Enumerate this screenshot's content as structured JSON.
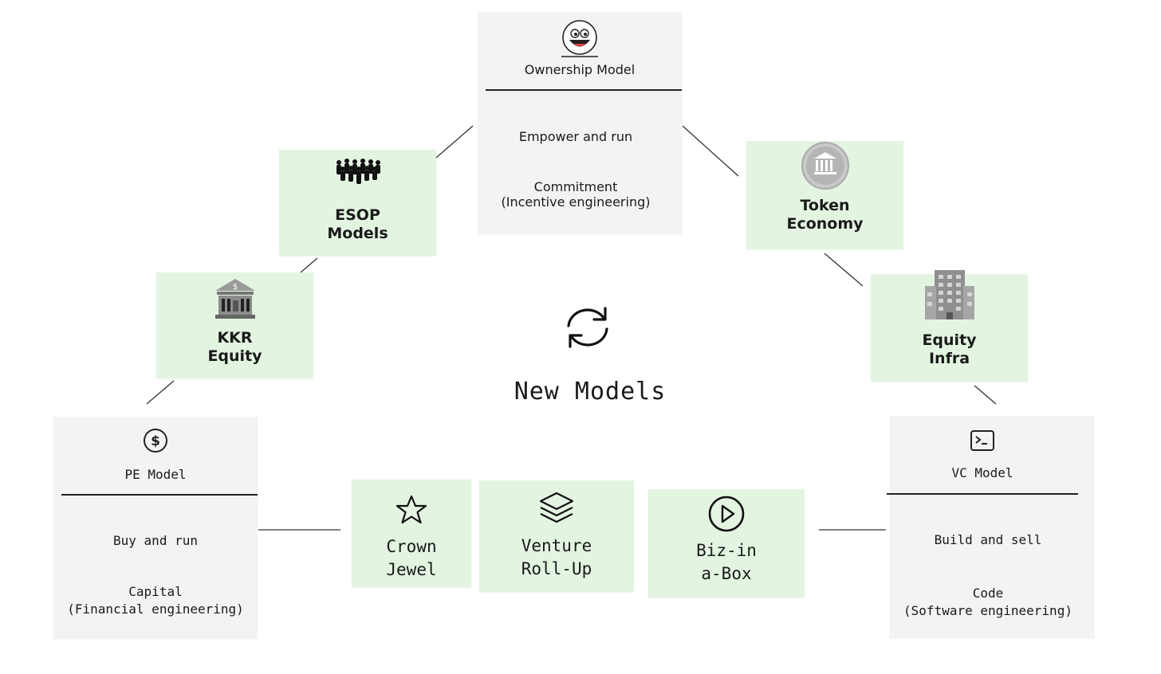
{
  "center": {
    "title": "New Models",
    "icon": "refresh-cycle-icon"
  },
  "ownership": {
    "title": "Ownership Model",
    "line1": "Empower and run",
    "line2": "Commitment\n(Incentive engineering)",
    "icon": "smiley-face-icon"
  },
  "pe": {
    "title": "PE Model",
    "line1": "Buy and run",
    "line2": "Capital\n(Financial engineering)",
    "icon": "dollar-circle-icon"
  },
  "vc": {
    "title": "VC Model",
    "line1": "Build and sell",
    "line2": "Code\n(Software engineering)",
    "icon": "terminal-icon"
  },
  "notes": {
    "esop": {
      "label": "ESOP\nModels",
      "icon": "crowd-icon"
    },
    "kkr": {
      "label": "KKR\nEquity",
      "icon": "bank-building-icon"
    },
    "token": {
      "label": "Token\nEconomy",
      "icon": "bank-coin-icon"
    },
    "equity_infra": {
      "label": "Equity\nInfra",
      "icon": "office-building-icon"
    },
    "crown": {
      "label": "Crown\nJewel",
      "icon": "star-icon"
    },
    "venture": {
      "label": "Venture\nRoll-Up",
      "icon": "layers-icon"
    },
    "biz": {
      "label": "Biz-in\na-Box",
      "icon": "play-circle-icon"
    }
  },
  "colors": {
    "note_green": "#e3f5e1",
    "card_gray": "#f2f3f5",
    "ink": "#1a1a1a"
  }
}
